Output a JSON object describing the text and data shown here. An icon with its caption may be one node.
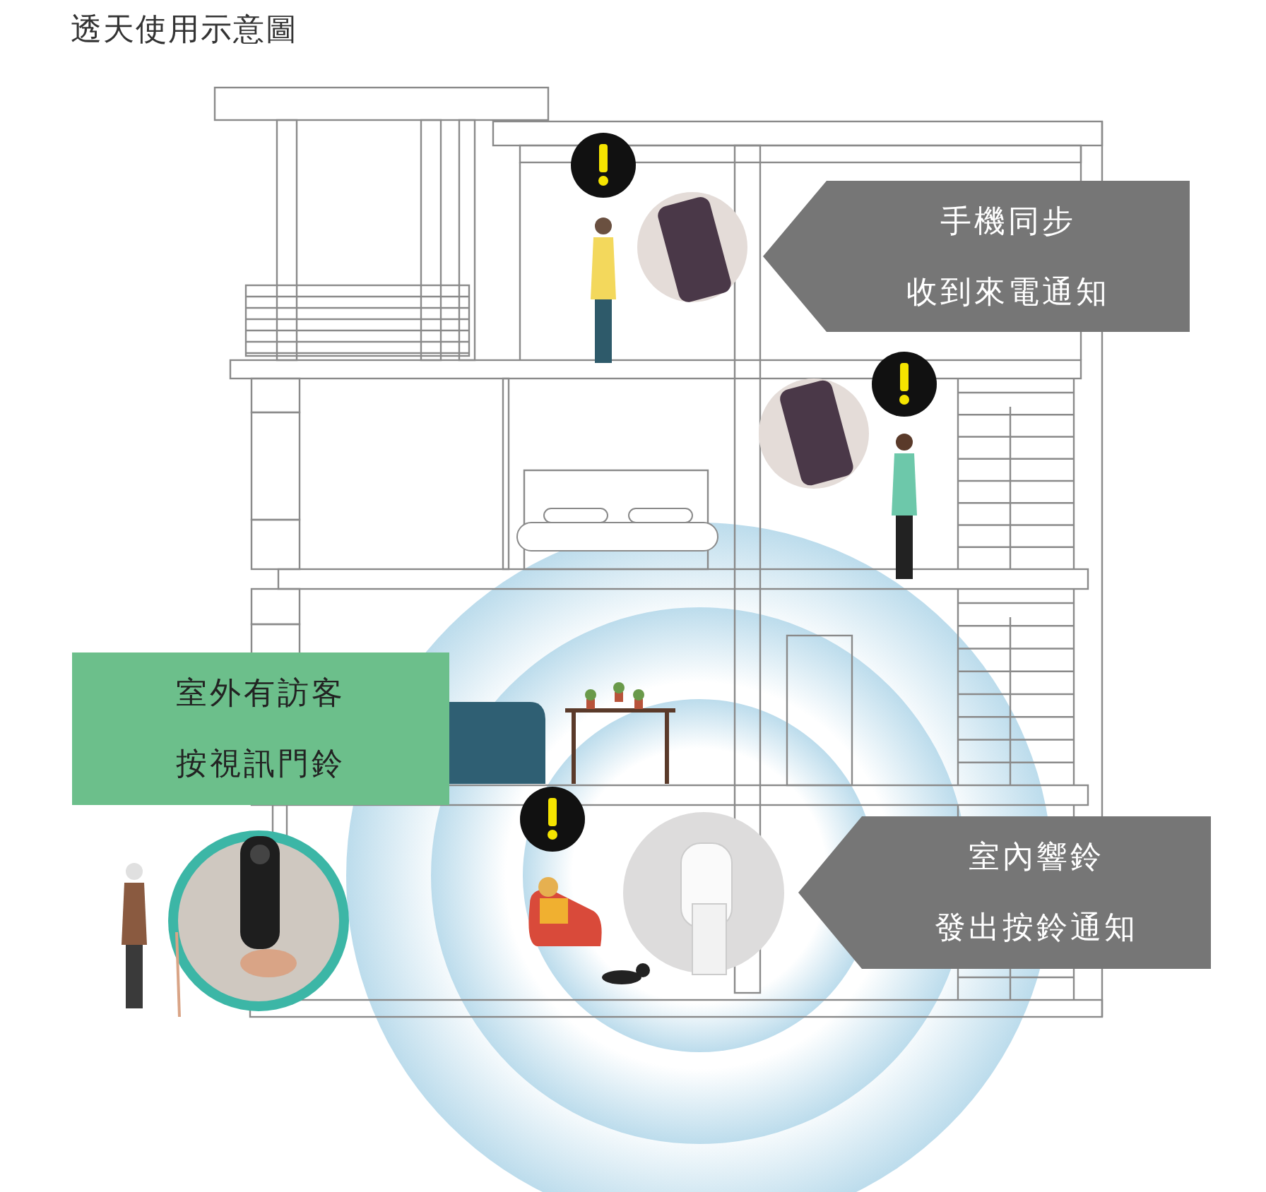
{
  "diagram": {
    "title": "透天使用示意圖",
    "nodes": [
      {
        "text": [
          "手機同步",
          "收到來電通知"
        ]
      },
      {
        "text": [
          "室外有訪客",
          "按視訊門鈴"
        ]
      },
      {
        "text": [
          "室內響鈴",
          "發出按鈴通知"
        ]
      }
    ]
  }
}
